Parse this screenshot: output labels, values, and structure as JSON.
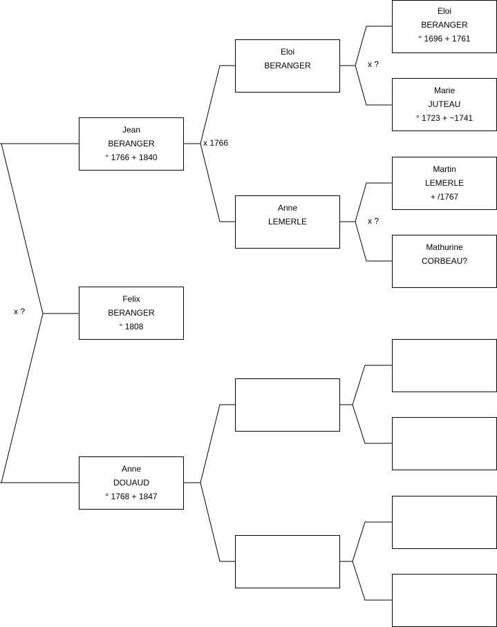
{
  "tree": {
    "felix": {
      "lines": [
        "Felix",
        "BERANGER",
        "° 1808"
      ]
    },
    "jean": {
      "lines": [
        "Jean",
        "BERANGER",
        "° 1766 + 1840"
      ]
    },
    "anne_douaud": {
      "lines": [
        "Anne",
        "DOUAUD",
        "° 1768 + 1847"
      ]
    },
    "eloi": {
      "lines": [
        "Eloi",
        "BERANGER"
      ]
    },
    "anne_lemerle": {
      "lines": [
        "Anne",
        "LEMERLE"
      ]
    },
    "eloi_senior": {
      "lines": [
        "Eloi",
        "BERANGER",
        "° 1696 + 1761"
      ]
    },
    "marie": {
      "lines": [
        "Marie",
        "JUTEAU",
        "° 1723 + ~1741"
      ]
    },
    "martin": {
      "lines": [
        "Martin",
        "LEMERLE",
        "+ /1767"
      ]
    },
    "mathurine": {
      "lines": [
        "Mathurine",
        "CORBEAU?"
      ]
    },
    "empty_boxes": 6
  },
  "marriages": {
    "felix_parents": "x ?",
    "jean_parents": "x 1766",
    "eloi_parents": "x ?",
    "anne_lemerle_parents": "x ?"
  },
  "colors": {
    "line": "#000000",
    "box_border": "#000000",
    "background": "#ffffff"
  }
}
